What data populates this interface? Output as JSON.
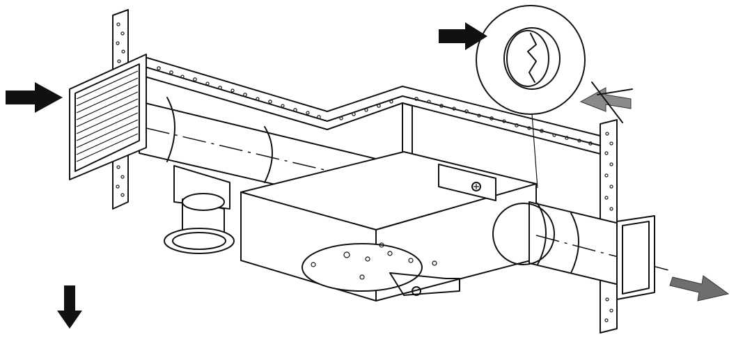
{
  "diagram": {
    "colors": {
      "line": "#111111",
      "supply_arrow": "#111111",
      "exhaust_arrow": "#6e6e6e",
      "blocked_arrow": "#8a8a8a",
      "background": "#ffffff"
    },
    "arrows": [
      {
        "id": "left-intake",
        "icon": "arrow-right-icon",
        "color": "#111111"
      },
      {
        "id": "top-intake",
        "icon": "arrow-right-icon",
        "color": "#111111"
      },
      {
        "id": "down-flow",
        "icon": "arrow-down-icon",
        "color": "#111111"
      },
      {
        "id": "right-exhaust",
        "icon": "arrow-right-icon",
        "color": "#6e6e6e"
      },
      {
        "id": "backflow-blocked",
        "icon": "arrow-left-crossed-icon",
        "color": "#8a8a8a"
      }
    ],
    "components": [
      "left-wall",
      "ceiling-joists",
      "right-wall",
      "intake-grille",
      "left-duct",
      "fan-housing",
      "ceiling-grille",
      "right-duct",
      "exterior-vent",
      "backdraft-damper-detail"
    ]
  }
}
